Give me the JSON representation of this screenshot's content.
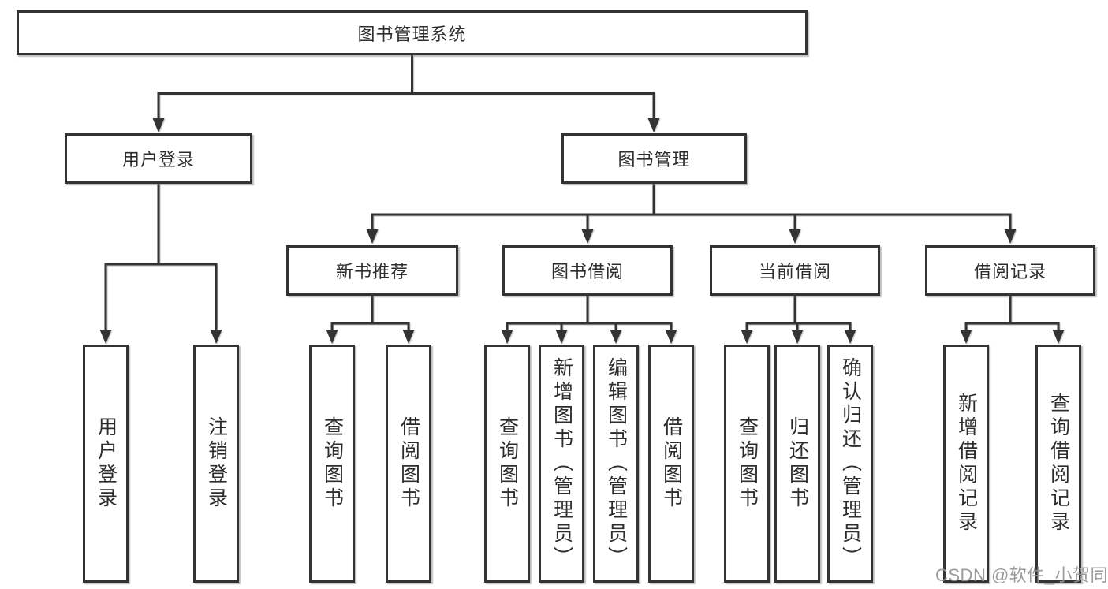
{
  "tree": {
    "root": {
      "label": "图书管理系统"
    },
    "login": {
      "label": "用户登录",
      "children": [
        "用户登录",
        "注销登录"
      ]
    },
    "management": {
      "label": "图书管理",
      "groups": [
        {
          "label": "新书推荐",
          "children": [
            "查询图书",
            "借阅图书"
          ]
        },
        {
          "label": "图书借阅",
          "children": [
            "查询图书",
            "新增图书（管理员）",
            "编辑图书（管理员）",
            "借阅图书"
          ]
        },
        {
          "label": "当前借阅",
          "children": [
            "查询图书",
            "归还图书",
            "确认归还（管理员）"
          ]
        },
        {
          "label": "借阅记录",
          "children": [
            "新增借阅记录",
            "查询借阅记录"
          ]
        }
      ]
    }
  },
  "watermark": {
    "text": "CSDN @软件_小贺同学",
    "color": "#969696"
  },
  "colors": {
    "line": "#333333",
    "box_border": "#333333",
    "box_background": "#ffffff",
    "text": "#2d2d2d",
    "page_background": "#ffffff"
  }
}
